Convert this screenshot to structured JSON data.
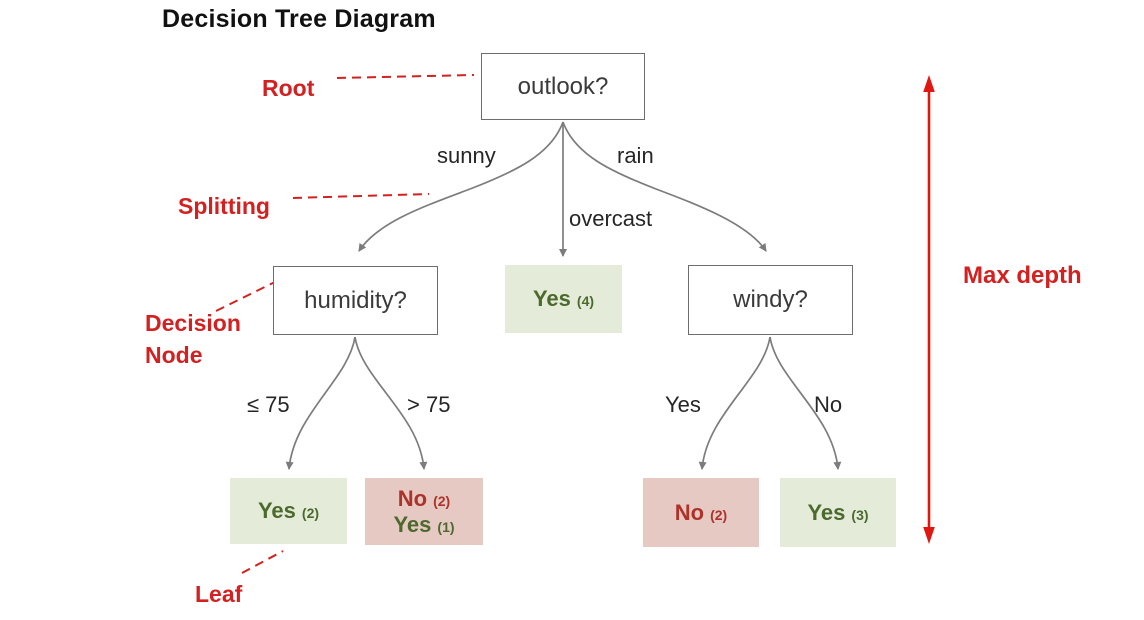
{
  "title": "Decision Tree Diagram",
  "colors": {
    "annotation_red": "#d32121",
    "arrow_red": "#e01710",
    "edge_gray": "#7c7c7c",
    "node_border": "#6d6d6d",
    "node_text": "#3a3a3a",
    "label_text": "#262626",
    "leaf_green_bg": "#e4ecd9",
    "leaf_green_text": "#4c6a2d",
    "leaf_red_bg": "#e7c9c3",
    "leaf_red_text": "#ac332a",
    "title_color": "#111111"
  },
  "annotations": {
    "root": "Root",
    "splitting": "Splitting",
    "decision_node": "Decision Node",
    "leaf": "Leaf",
    "max_depth": "Max depth"
  },
  "nodes": {
    "root": "outlook?",
    "humidity": "humidity?",
    "windy": "windy?"
  },
  "branches": {
    "sunny": "sunny",
    "overcast": "overcast",
    "rain": "rain",
    "humidity_left": "≤ 75",
    "humidity_right": "> 75",
    "windy_left": "Yes",
    "windy_right": "No"
  },
  "leaves": {
    "overcast": {
      "bg": "green",
      "entries": [
        {
          "text": "Yes",
          "count": "(4)",
          "tone": "green"
        }
      ]
    },
    "humidity_left": {
      "bg": "green",
      "entries": [
        {
          "text": "Yes",
          "count": "(2)",
          "tone": "green"
        }
      ]
    },
    "humidity_right": {
      "bg": "red",
      "entries": [
        {
          "text": "No",
          "count": "(2)",
          "tone": "red"
        },
        {
          "text": "Yes",
          "count": "(1)",
          "tone": "green"
        }
      ]
    },
    "windy_left": {
      "bg": "red",
      "entries": [
        {
          "text": "No",
          "count": "(2)",
          "tone": "red"
        }
      ]
    },
    "windy_right": {
      "bg": "green",
      "entries": [
        {
          "text": "Yes",
          "count": "(3)",
          "tone": "green"
        }
      ]
    }
  }
}
